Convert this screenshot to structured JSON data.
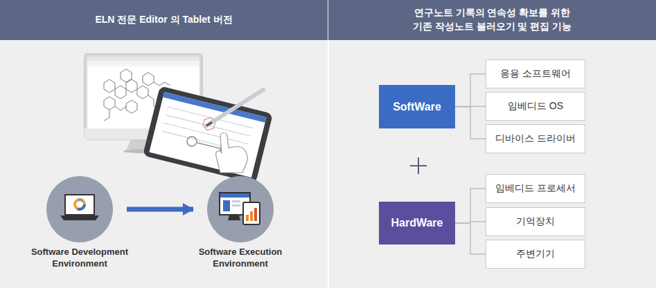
{
  "diagram": {
    "nodes": [
      {
        "text": [
          "ELN 전문 Editor 의 Tablet 버전"
        ]
      },
      {
        "text": [
          "연구노트 기록의 연속성 확보를 위한 기존 작성노트 불러오기 및 편집 기능"
        ]
      },
      {
        "text": [
          "Software Development Environment"
        ]
      },
      {
        "text": [
          "Software Execution Environment"
        ]
      },
      {
        "text": [
          "SoftWare"
        ]
      },
      {
        "text": [
          "응용 소프트웨어"
        ]
      },
      {
        "text": [
          "임베디드 OS"
        ]
      },
      {
        "text": [
          "디바이스 드라이버"
        ]
      },
      {
        "text": [
          "HardWare"
        ]
      },
      {
        "text": [
          "임베디드 프로세서"
        ]
      },
      {
        "text": [
          "기억장치"
        ]
      },
      {
        "text": [
          "주변기기"
        ]
      }
    ],
    "edges": [
      {
        "from": 2,
        "to": 3,
        "arrow": "to"
      },
      {
        "from": 4,
        "to": 5,
        "arrow": "none"
      },
      {
        "from": 4,
        "to": 6,
        "arrow": "none"
      },
      {
        "from": 4,
        "to": 7,
        "arrow": "none"
      },
      {
        "from": 8,
        "to": 9,
        "arrow": "none"
      },
      {
        "from": 8,
        "to": 10,
        "arrow": "none"
      },
      {
        "from": 8,
        "to": 11,
        "arrow": "none"
      }
    ]
  }
}
